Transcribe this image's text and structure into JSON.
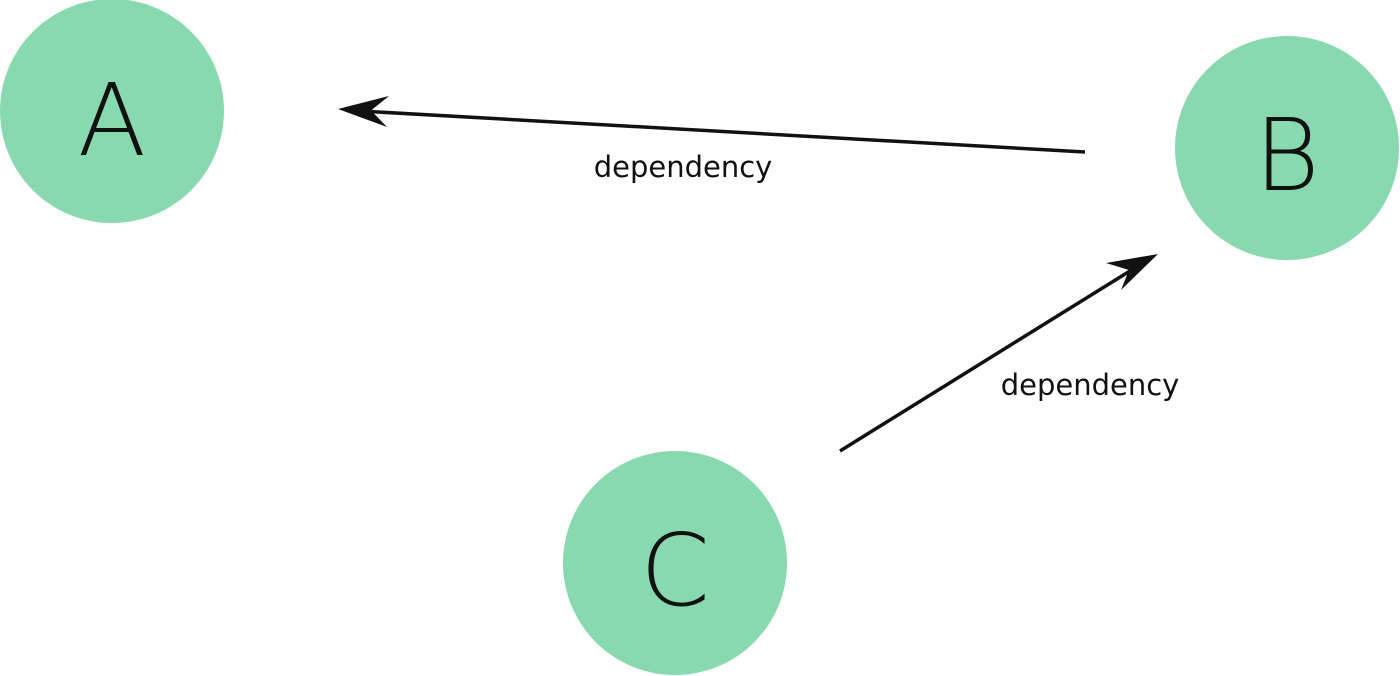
{
  "diagram": {
    "colors": {
      "node_fill": "#88d8b0",
      "ink": "#111111",
      "background": "#ffffff"
    },
    "nodes": [
      {
        "id": "A",
        "label": "A"
      },
      {
        "id": "B",
        "label": "B"
      },
      {
        "id": "C",
        "label": "C"
      }
    ],
    "edges": [
      {
        "from": "B",
        "to": "A",
        "label": "dependency"
      },
      {
        "from": "C",
        "to": "B",
        "label": "dependency"
      }
    ]
  }
}
